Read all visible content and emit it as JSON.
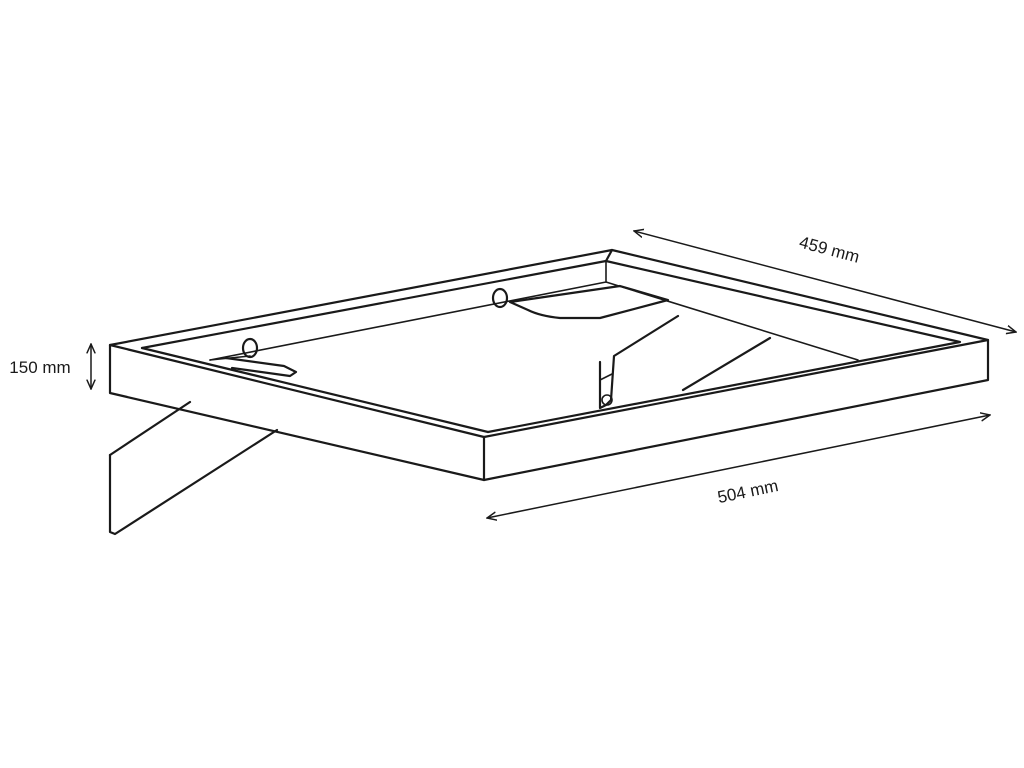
{
  "dimensions": {
    "depth": "459 mm",
    "width": "504 mm",
    "height": "150 mm"
  },
  "colors": {
    "line": "#1a1a1a",
    "background": "#ffffff"
  }
}
